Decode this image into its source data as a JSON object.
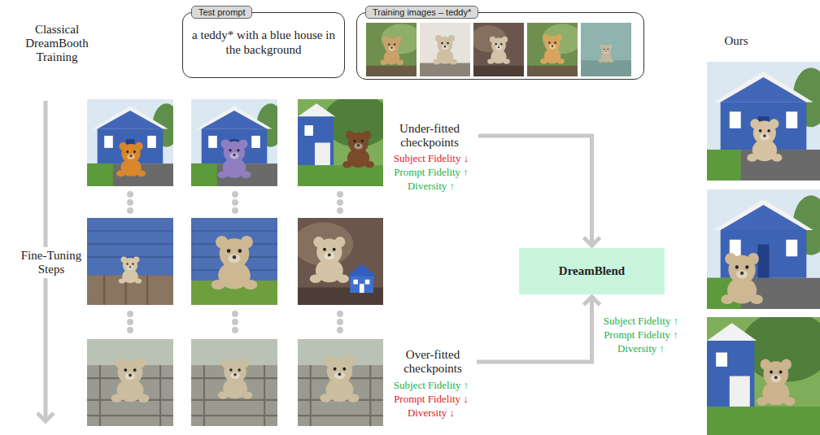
{
  "diagram": {
    "nodes": [
      {
        "text": [
          "Test prompt",
          "a teddy* with a blue house in the background"
        ]
      },
      {
        "text": [
          "Training images – teddy*"
        ]
      },
      {
        "text": [
          "Under-fitted checkpoints"
        ]
      },
      {
        "text": [
          "DreamBlend"
        ]
      },
      {
        "text": [
          "Over-fitted checkpoints"
        ]
      }
    ],
    "edges": [
      {
        "from": 2,
        "to": 3,
        "arrow": "to"
      },
      {
        "from": 4,
        "to": 3,
        "arrow": "to"
      }
    ],
    "labels": [
      "Classical DreamBooth Training",
      "Fine-Tuning Steps",
      "Subject Fidelity ↓",
      "Prompt Fidelity ↑",
      "Diversity ↑",
      "Subject Fidelity ↑",
      "Prompt Fidelity ↓",
      "Diversity ↓",
      "Subject Fidelity ↑",
      "Prompt Fidelity ↑",
      "Diversity ↑",
      "Ours"
    ]
  }
}
